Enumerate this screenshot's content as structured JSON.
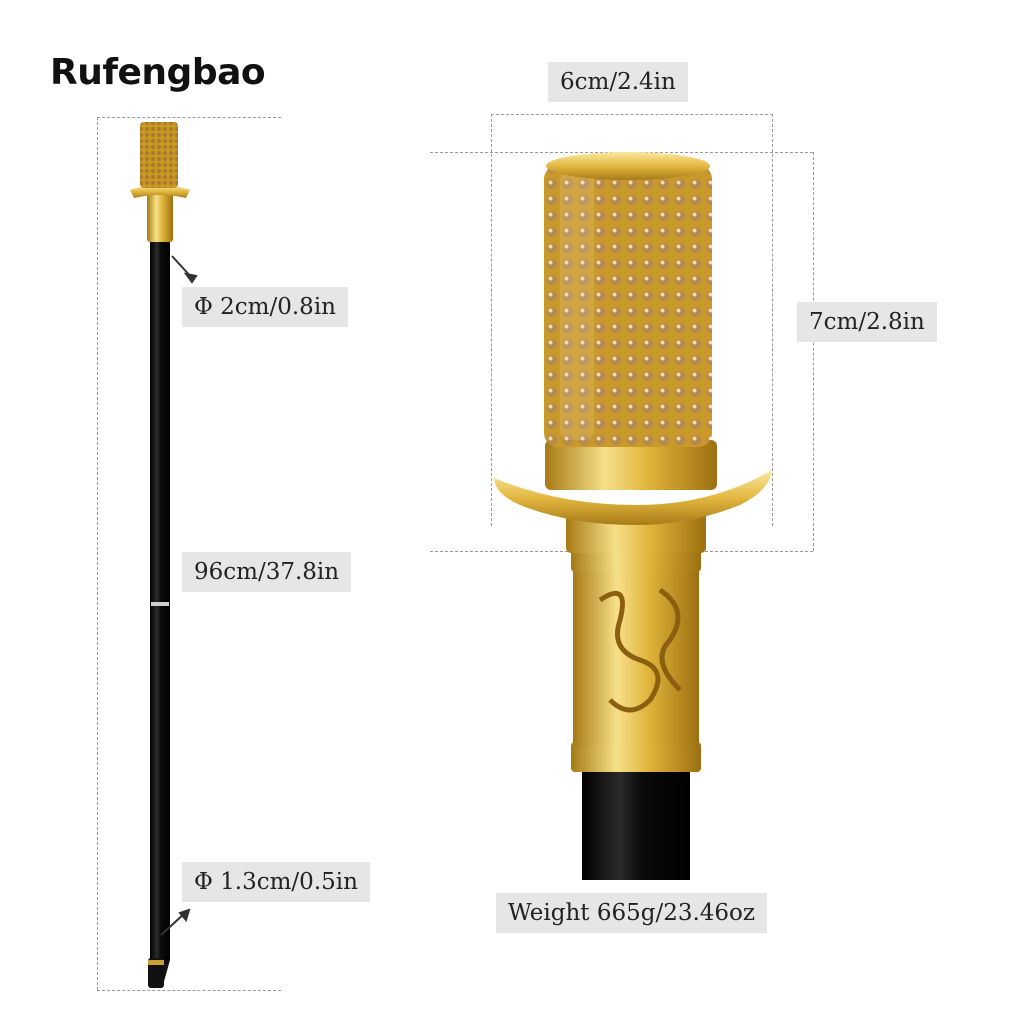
{
  "brand": "Rufengbao",
  "labels": {
    "top_diameter": "Φ 2cm/0.8in",
    "length": "96cm/37.8in",
    "tip_diameter": "Φ 1.3cm/0.5in",
    "handle_width": "6cm/2.4in",
    "handle_height": "7cm/2.8in",
    "weight": "Weight 665g/23.46oz"
  },
  "colors": {
    "gold": "#d4a72c",
    "gold_light": "#f3dc86",
    "shaft": "#111111",
    "label_bg": "#e6e6e6"
  }
}
